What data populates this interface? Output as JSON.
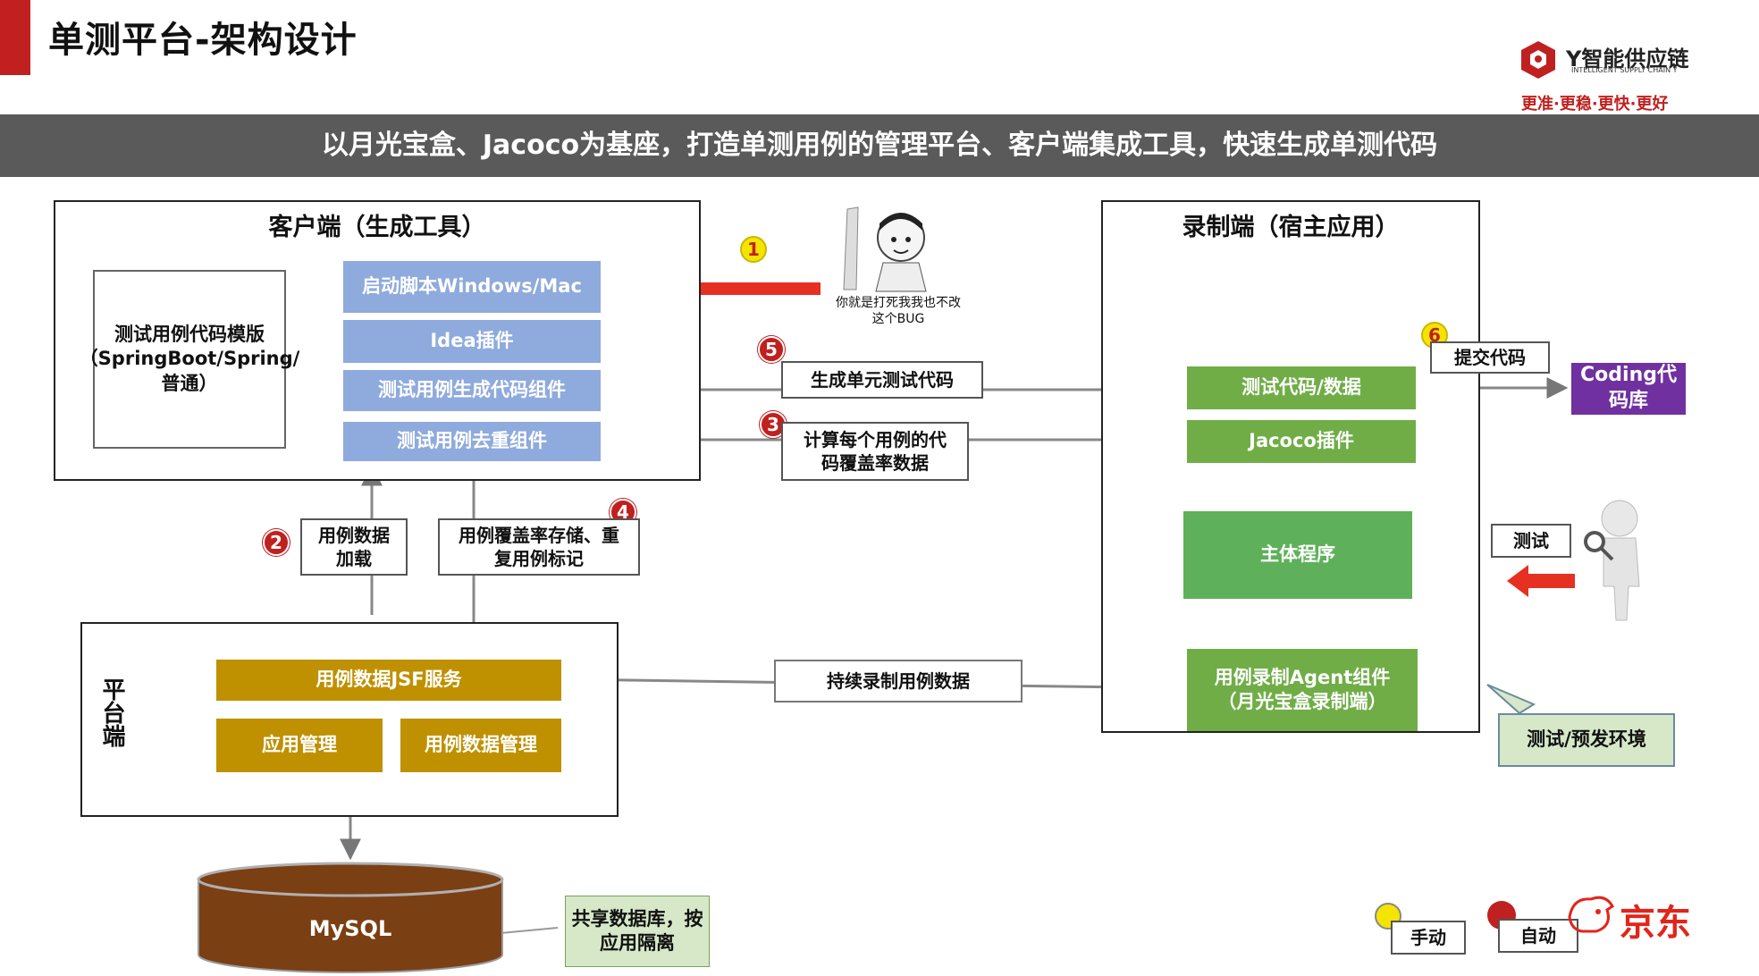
{
  "header": {
    "title": "单测平台-架构设计",
    "banner": "以月光宝盒、Jacoco为基座，打造单测用例的管理平台、客户端集成工具，快速生成单测代码",
    "logo_name": "Y智能供应链",
    "logo_en": "INTELLIGENT SUPPLY CHAIN Y",
    "slogan": "更准·更稳·更快·更好"
  },
  "client": {
    "title": "客户端（生成工具）",
    "template_box": "测试用例代码模版（SpringBoot/Spring/普通）",
    "components": [
      "启动脚本Windows/Mac",
      "Idea插件",
      "测试用例生成代码组件",
      "测试用例去重组件"
    ]
  },
  "recorder": {
    "title": "录制端（宿主应用）",
    "components": [
      "测试代码/数据",
      "Jacoco插件",
      "主体程序",
      "用例录制Agent组件（月光宝盒录制端）"
    ]
  },
  "platform": {
    "title": "平台端",
    "components": [
      "用例数据JSF服务",
      "应用管理",
      "用例数据管理"
    ]
  },
  "database": {
    "name": "MySQL",
    "note": "共享数据库，按应用隔离"
  },
  "flows": {
    "step1_number": "1",
    "step2_number": "2",
    "step2_label": "用例数据加载",
    "step3_number": "3",
    "step3_label": "计算每个用例的代码覆盖率数据",
    "step4_number": "4",
    "step4_label": "用例覆盖率存储、重复用例标记",
    "step5_number": "5",
    "step5_label": "生成单元测试代码",
    "step6_number": "6",
    "step6_label": "提交代码",
    "continuous_record": "持续录制用例数据",
    "test_label": "测试"
  },
  "meme_caption": "你就是打死我我也不改这个BUG",
  "coding_repo": "Coding代码库",
  "env_callout": "测试/预发环境",
  "legend": {
    "manual": "手动",
    "auto": "自动"
  },
  "jd_logo": "京东",
  "colors": {
    "accent_red": "#c0201f",
    "client_blue": "#8faadc",
    "recorder_green": "#70ad47",
    "platform_gold": "#bf9000",
    "db_brown": "#7b3f14",
    "coding_purple": "#7030a0"
  }
}
